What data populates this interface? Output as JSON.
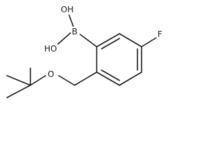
{
  "molecule": {
    "atom_labels": {
      "oh_top": "OH",
      "oh_left": "HO",
      "boron": "B",
      "fluorine": "F",
      "ether_oxygen": "O"
    },
    "colors": {
      "ink": "#1a1a1a",
      "background": "#ffffff"
    }
  }
}
